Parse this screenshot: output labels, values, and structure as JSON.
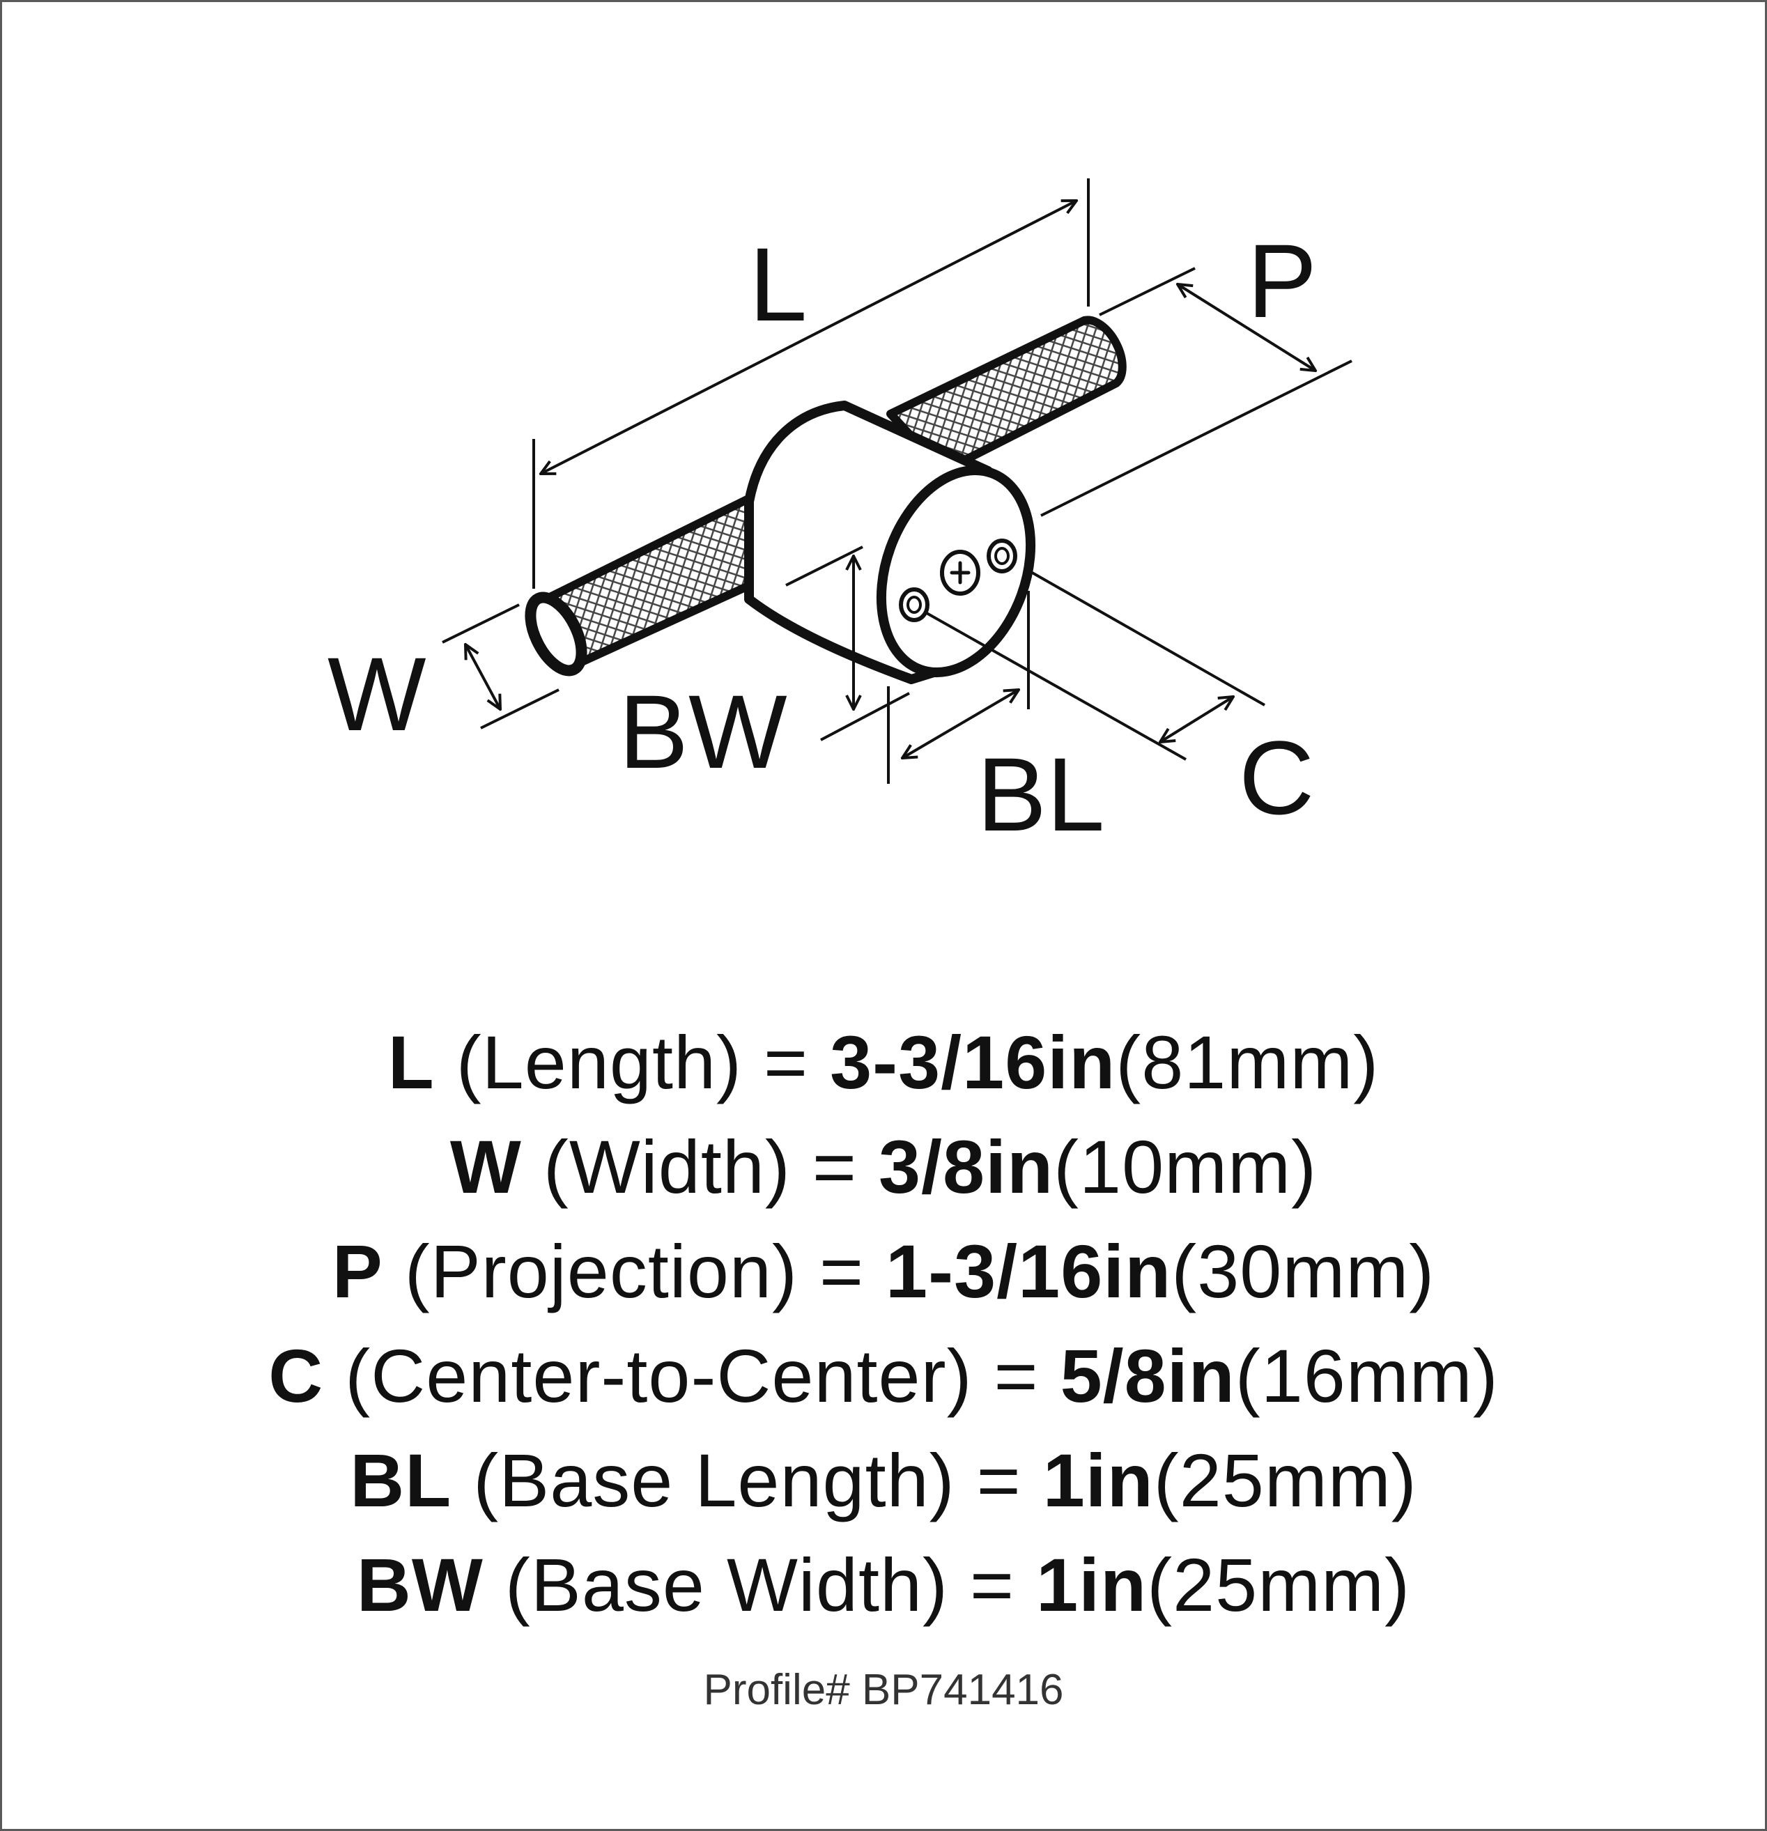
{
  "diagram": {
    "labels": {
      "L": "L",
      "P": "P",
      "W": "W",
      "BW": "BW",
      "BL": "BL",
      "C": "C"
    }
  },
  "specs": [
    {
      "key": "L",
      "name": "(Length) = ",
      "imperial": "3-3/16in",
      "metric": "(81mm)"
    },
    {
      "key": "W",
      "name": "(Width) = ",
      "imperial": "3/8in",
      "metric": "(10mm)"
    },
    {
      "key": "P",
      "name": "(Projection) = ",
      "imperial": "1-3/16in",
      "metric": "(30mm)"
    },
    {
      "key": "C",
      "name": "(Center-to-Center) = ",
      "imperial": "5/8in",
      "metric": "(16mm)"
    },
    {
      "key": "BL",
      "name": "(Base Length) = ",
      "imperial": "1in",
      "metric": "(25mm)"
    },
    {
      "key": "BW",
      "name": "(Base Width) = ",
      "imperial": "1in",
      "metric": "(25mm)"
    }
  ],
  "profile": "Profile# BP741416",
  "colors": {
    "line": "#111111",
    "background": "#ffffff",
    "frame": "#5a5a5a"
  }
}
